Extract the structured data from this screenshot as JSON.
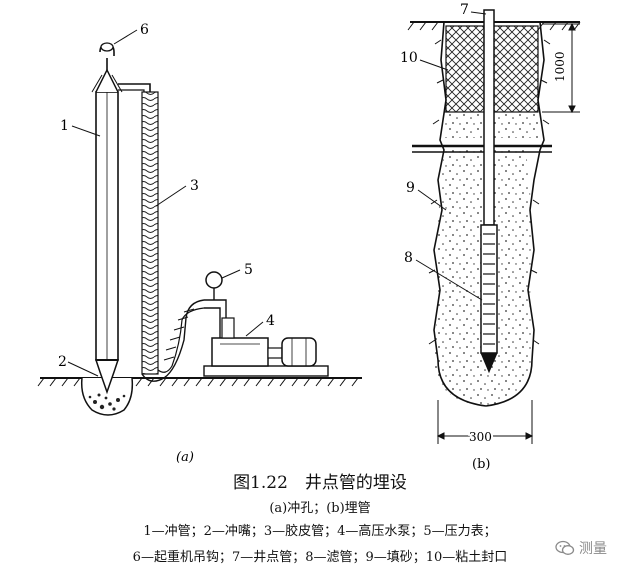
{
  "figure": {
    "title": "图1.22　井点管的埋设",
    "subcaption": "(a)冲孔；(b)埋管",
    "legend_line1": "1—冲管；2—冲嘴；3—胶皮管；4—高压水泵；5—压力表；",
    "legend_line2": "6—起重机吊钩；7—井点管；8—滤管；9—填砂；10—粘土封口",
    "panel_a_label": "(a)",
    "panel_b_label": "(b)"
  },
  "callouts": {
    "a": [
      "1",
      "2",
      "3",
      "4",
      "5",
      "6"
    ],
    "b": [
      "7",
      "8",
      "9",
      "10"
    ]
  },
  "dimensions": {
    "seal_depth": "1000",
    "hole_width": "300"
  },
  "watermark": {
    "text": "测量",
    "icon": "wechat-icon"
  }
}
